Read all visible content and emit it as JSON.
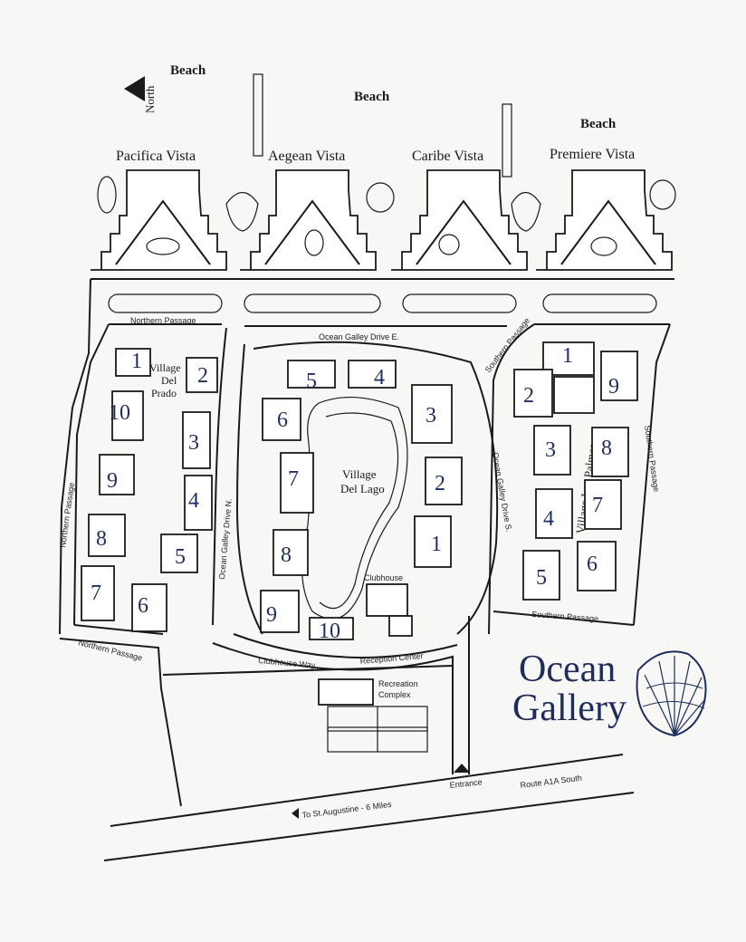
{
  "map": {
    "north_label": "North",
    "beach_labels": [
      "Beach",
      "Beach",
      "Beach"
    ],
    "vistas": [
      "Pacifica Vista",
      "Aegean Vista",
      "Caribe Vista",
      "Premiere Vista"
    ],
    "streets": {
      "northern_passage_top": "Northern Passage",
      "ocean_galley_drive_e": "Ocean Galley Drive E.",
      "southern_passage_top": "Southern Passage",
      "northern_passage_left": "Northern Passage",
      "northern_passage_bottom": "Northern Passage",
      "ocean_galley_drive_n": "Ocean Galley Drive N.",
      "ocean_galley_drive_s": "Ocean Galley Drive S.",
      "southern_passage_right": "Southern Passage",
      "southern_passage_bottom": "Southern Passage",
      "clubhouse_way": "Clubhouse Way",
      "reception_center": "Reception Center"
    },
    "villages": {
      "del_prado": [
        "Village",
        "Del",
        "Prado"
      ],
      "del_lago": [
        "Village",
        "Del Lago"
      ],
      "las_palmas": "Village Las Palmas"
    },
    "places": {
      "clubhouse": "Clubhouse",
      "recreation": [
        "Recreation",
        "Complex"
      ],
      "entrance": "Entrance",
      "route": "Route A1A South",
      "to_st_augustine": "To St.Augustine - 6 Miles"
    },
    "building_numbers": {
      "del_prado": [
        "1",
        "2",
        "3",
        "4",
        "5",
        "6",
        "7",
        "8",
        "9",
        "10"
      ],
      "del_lago": [
        "1",
        "2",
        "3",
        "4",
        "5",
        "6",
        "7",
        "8",
        "9",
        "10"
      ],
      "las_palmas": [
        "1",
        "2",
        "3",
        "4",
        "5",
        "6",
        "7",
        "8",
        "9"
      ]
    }
  },
  "logo": {
    "line1": "Ocean",
    "line2": "Gallery"
  },
  "colors": {
    "navy": "#1f2d5c",
    "ink": "#1a1a1a",
    "paper": "#f7f7f5"
  }
}
